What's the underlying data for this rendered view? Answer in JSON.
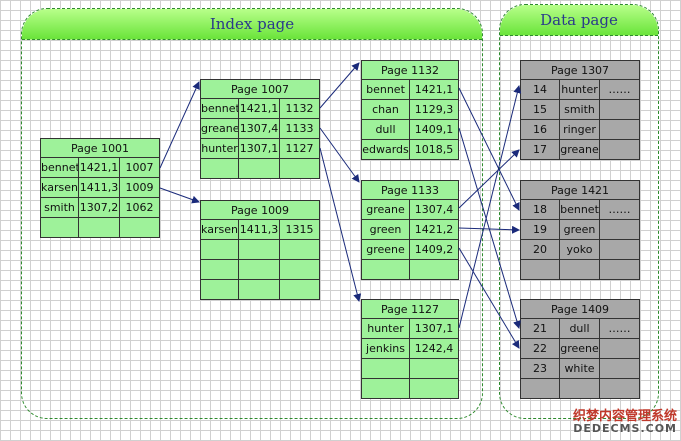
{
  "sections": {
    "index_title": "Index page",
    "data_title": "Data page"
  },
  "pages": [
    {
      "id": "p1001",
      "title": "Page 1001",
      "style": "green",
      "rows": [
        [
          "bennet",
          "1421,1",
          "1007"
        ],
        [
          "karsen",
          "1411,3",
          "1009"
        ],
        [
          "smith",
          "1307,2",
          "1062"
        ],
        [
          "",
          "",
          ""
        ]
      ]
    },
    {
      "id": "p1007",
      "title": "Page 1007",
      "style": "green",
      "rows": [
        [
          "bennet",
          "1421,1",
          "1132"
        ],
        [
          "greane",
          "1307,4",
          "1133"
        ],
        [
          "hunter",
          "1307,1",
          "1127"
        ],
        [
          "",
          "",
          ""
        ]
      ]
    },
    {
      "id": "p1009",
      "title": "Page 1009",
      "style": "green",
      "rows": [
        [
          "karsen",
          "1411,3",
          "1315"
        ],
        [
          "",
          "",
          ""
        ],
        [
          "",
          "",
          ""
        ],
        [
          "",
          "",
          ""
        ]
      ]
    },
    {
      "id": "p1132",
      "title": "Page 1132",
      "style": "green",
      "rows": [
        [
          "bennet",
          "1421,1"
        ],
        [
          "chan",
          "1129,3"
        ],
        [
          "dull",
          "1409,1"
        ],
        [
          "edwards",
          "1018,5"
        ]
      ]
    },
    {
      "id": "p1133",
      "title": "Page 1133",
      "style": "green",
      "rows": [
        [
          "greane",
          "1307,4"
        ],
        [
          "green",
          "1421,2"
        ],
        [
          "greene",
          "1409,2"
        ],
        [
          "",
          ""
        ]
      ]
    },
    {
      "id": "p1127",
      "title": "Page 1127",
      "style": "green",
      "rows": [
        [
          "hunter",
          "1307,1"
        ],
        [
          "jenkins",
          "1242,4"
        ],
        [
          "",
          ""
        ],
        [
          "",
          ""
        ]
      ]
    },
    {
      "id": "p1307",
      "title": "Page 1307",
      "style": "gray",
      "rows": [
        [
          "14",
          "hunter",
          "……"
        ],
        [
          "15",
          "smith",
          ""
        ],
        [
          "16",
          "ringer",
          ""
        ],
        [
          "17",
          "greane",
          ""
        ]
      ]
    },
    {
      "id": "p1421",
      "title": "Page 1421",
      "style": "gray",
      "rows": [
        [
          "18",
          "bennet",
          "……"
        ],
        [
          "19",
          "green",
          ""
        ],
        [
          "20",
          "yoko",
          ""
        ],
        [
          "",
          "",
          ""
        ]
      ]
    },
    {
      "id": "p1409",
      "title": "Page 1409",
      "style": "gray",
      "rows": [
        [
          "21",
          "dull",
          "……"
        ],
        [
          "22",
          "greene",
          ""
        ],
        [
          "23",
          "white",
          ""
        ],
        [
          "",
          "",
          ""
        ]
      ]
    }
  ],
  "watermark": {
    "line1": "织梦内容管理系统",
    "line2": "DEDECMS.COM"
  }
}
